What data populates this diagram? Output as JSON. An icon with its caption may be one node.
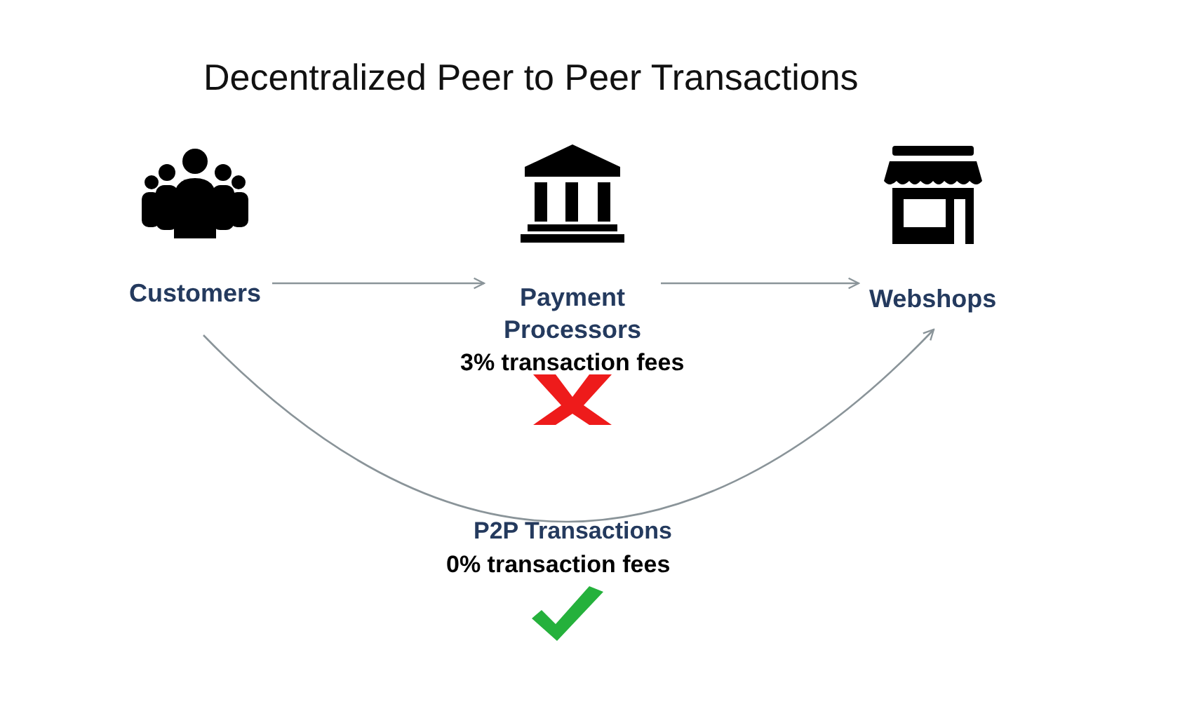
{
  "diagram": {
    "title": "Decentralized Peer to Peer Transactions",
    "nodes": [
      {
        "text": [
          "Customers"
        ]
      },
      {
        "text": [
          "Payment Processors"
        ],
        "beside": [
          "3% transaction fees"
        ]
      },
      {
        "text": [
          "Webshops"
        ]
      }
    ],
    "edges": [
      {
        "from": 0,
        "to": 1,
        "arrow": "to"
      },
      {
        "from": 1,
        "to": 2,
        "arrow": "to"
      },
      {
        "from": 0,
        "to": 2,
        "arrow": "to"
      }
    ],
    "labels": [
      "P2P Transactions",
      "0% transaction fees"
    ]
  }
}
